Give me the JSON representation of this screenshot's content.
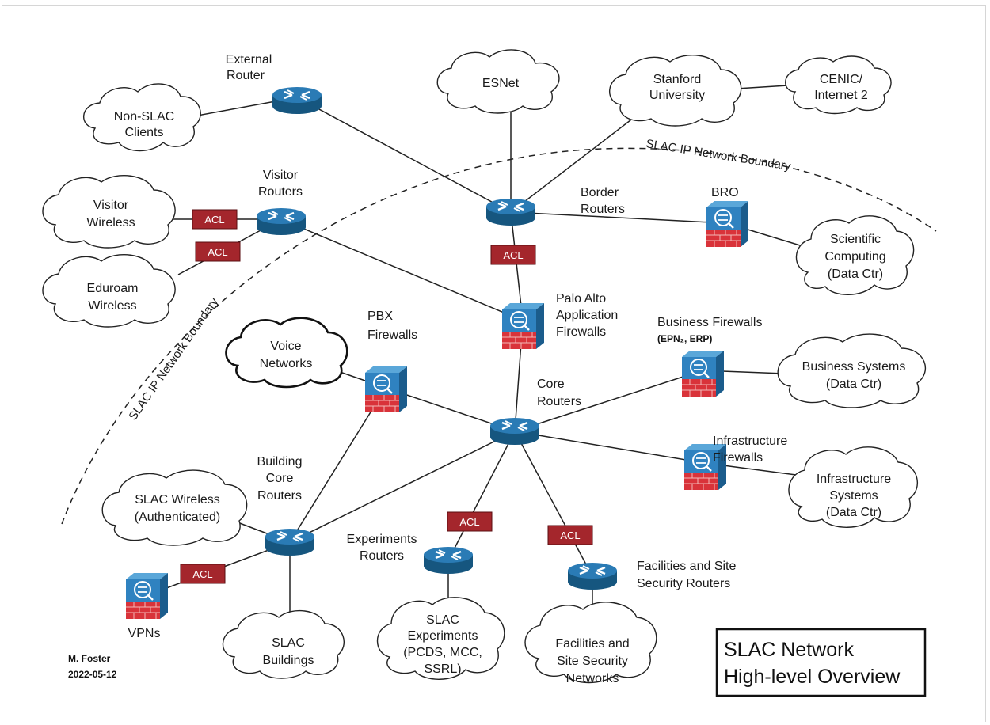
{
  "title": {
    "line1": "SLAC Network",
    "line2": "High-level Overview"
  },
  "author": {
    "name": "M. Foster",
    "date": "2022-05-12"
  },
  "boundary_label": "SLAC IP Network Boundary",
  "acl_label": "ACL",
  "colors": {
    "router": "#1b6aa0",
    "firewall_brick": "#d9333a",
    "acl_fill": "#a4262c",
    "line": "#222222"
  },
  "clouds": {
    "non_slac": [
      "Non-SLAC",
      "Clients"
    ],
    "esnet": [
      "ESNet"
    ],
    "stanford": [
      "Stanford",
      "University"
    ],
    "cenic": [
      "CENIC/",
      "Internet 2"
    ],
    "visitor_wireless": [
      "Visitor",
      "Wireless"
    ],
    "eduroam": [
      "Eduroam",
      "Wireless"
    ],
    "scientific": [
      "Scientific",
      "Computing",
      "(Data Ctr)"
    ],
    "voice": [
      "Voice",
      "Networks"
    ],
    "business": [
      "Business Systems",
      "(Data Ctr)"
    ],
    "infrastructure": [
      "Infrastructure",
      "Systems",
      "(Data Ctr)"
    ],
    "slac_wireless": [
      "SLAC Wireless",
      "(Authenticated)"
    ],
    "slac_buildings": [
      "SLAC",
      "Buildings"
    ],
    "slac_experiments": [
      "SLAC",
      "Experiments",
      "(PCDS, MCC,",
      "SSRL)"
    ],
    "facilities_networks": [
      "Facilities and",
      "Site Security",
      "Networks"
    ]
  },
  "labels": {
    "external_router": [
      "External",
      "Router"
    ],
    "visitor_routers": [
      "Visitor",
      "Routers"
    ],
    "border_routers": [
      "Border",
      "Routers"
    ],
    "bro": [
      "BRO"
    ],
    "palo_alto": [
      "Palo Alto",
      "Application",
      "Firewalls"
    ],
    "pbx": [
      "PBX",
      "Firewalls"
    ],
    "business_fw": [
      "Business Firewalls"
    ],
    "business_fw_sub": "(EPN₂, ERP)",
    "core_routers": [
      "Core",
      "Routers"
    ],
    "infrastructure_fw": [
      "Infrastructure",
      "Firewalls"
    ],
    "building_core": [
      "Building",
      "Core",
      "Routers"
    ],
    "experiments_routers": [
      "Experiments",
      "Routers"
    ],
    "facilities_routers": [
      "Facilities and Site",
      "Security Routers"
    ],
    "vpns": [
      "VPNs"
    ]
  }
}
